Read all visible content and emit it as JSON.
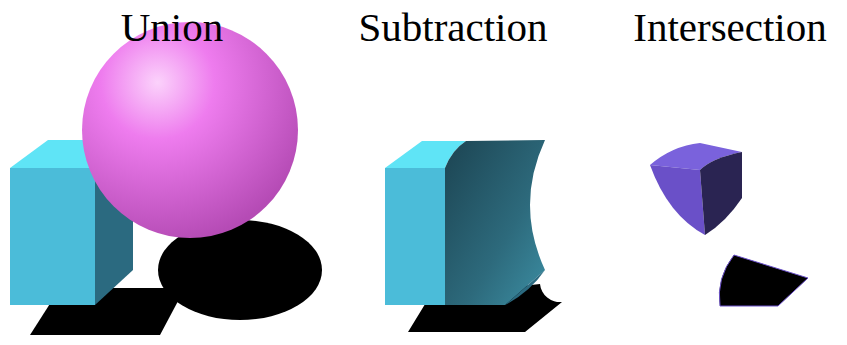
{
  "diagram": {
    "labels": [
      "Union",
      "Subtraction",
      "Intersection"
    ]
  }
}
